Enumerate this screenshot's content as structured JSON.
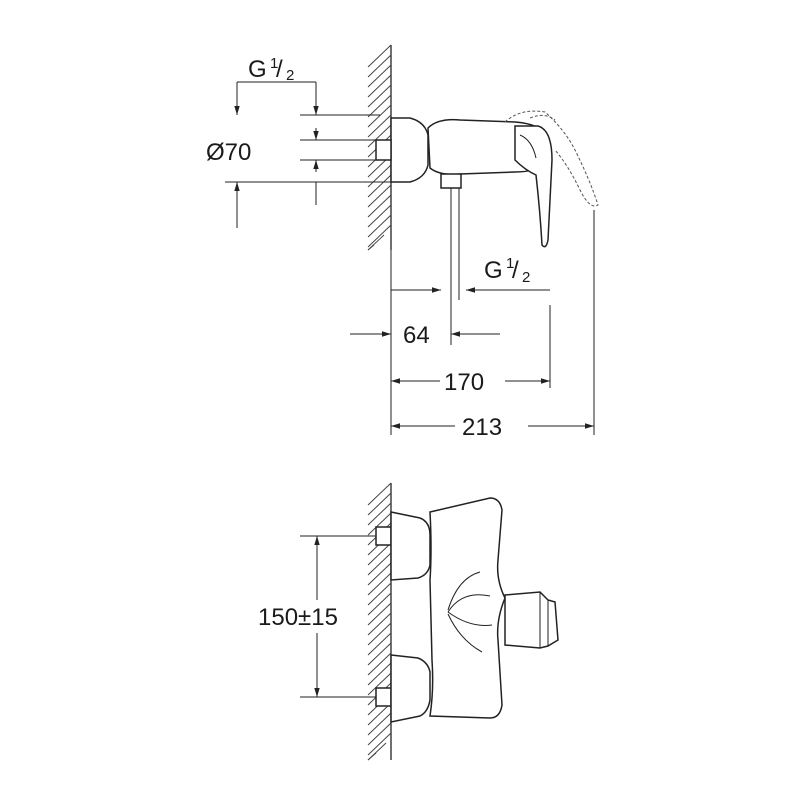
{
  "dimensions": {
    "thread_top": {
      "base": "G",
      "sup": "1",
      "sub": "2"
    },
    "diameter": "Ø70",
    "thread_side": {
      "base": "G",
      "sup": "1",
      "sub": "2"
    },
    "d64": "64",
    "d170": "170",
    "d213": "213",
    "spacing": "150±15"
  }
}
